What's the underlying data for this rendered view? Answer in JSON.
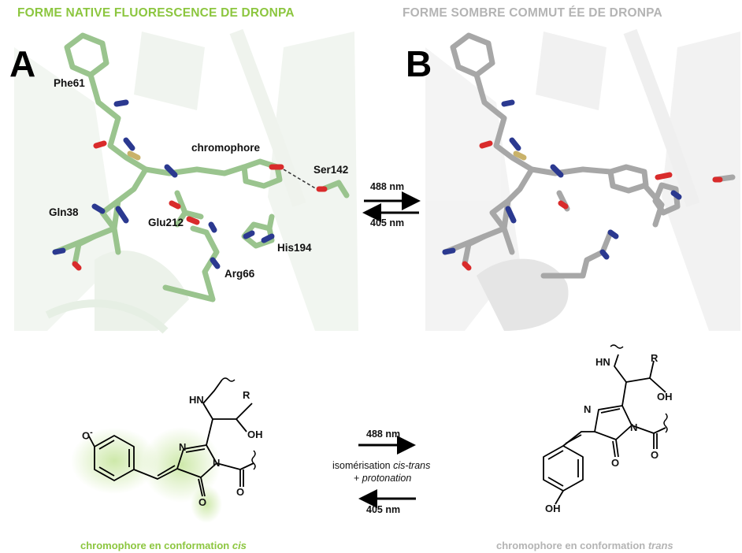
{
  "titles": {
    "left": "FORME NATIVE FLUORESCENCE DE DRONPA",
    "right": "FORME SOMBRE COMMUT ÉE DE DRONPA"
  },
  "panels": {
    "a": "A",
    "b": "B"
  },
  "residues": {
    "phe61": "Phe61",
    "chromophore": "chromophore",
    "ser142": "Ser142",
    "gln38": "Gln38",
    "glu212": "Glu212",
    "his194": "His194",
    "arg66": "Arg66"
  },
  "arrows_top": {
    "forward": "488 nm",
    "reverse": "405 nm"
  },
  "arrows_bottom": {
    "forward": "488 nm",
    "reverse": "405 nm",
    "process_prefix": "isomérisation ",
    "process_italic": "cis-trans",
    "process_line2_prefix": "+ ",
    "process_line2_italic": "protonation"
  },
  "chem_labels": {
    "hn": "HN",
    "r": "R",
    "oh": "OH",
    "n": "N",
    "o": "O",
    "ominus": "O",
    "minus": "-"
  },
  "captions": {
    "left_prefix": "chromophore en conformation ",
    "left_italic": "cis",
    "right_prefix": "chromophore en conformation ",
    "right_italic": "trans"
  },
  "colors": {
    "green": "#8cc63f",
    "gray": "#b4b4b4",
    "protein_green": "#9ac48e",
    "protein_gray": "#a7a7a7"
  }
}
